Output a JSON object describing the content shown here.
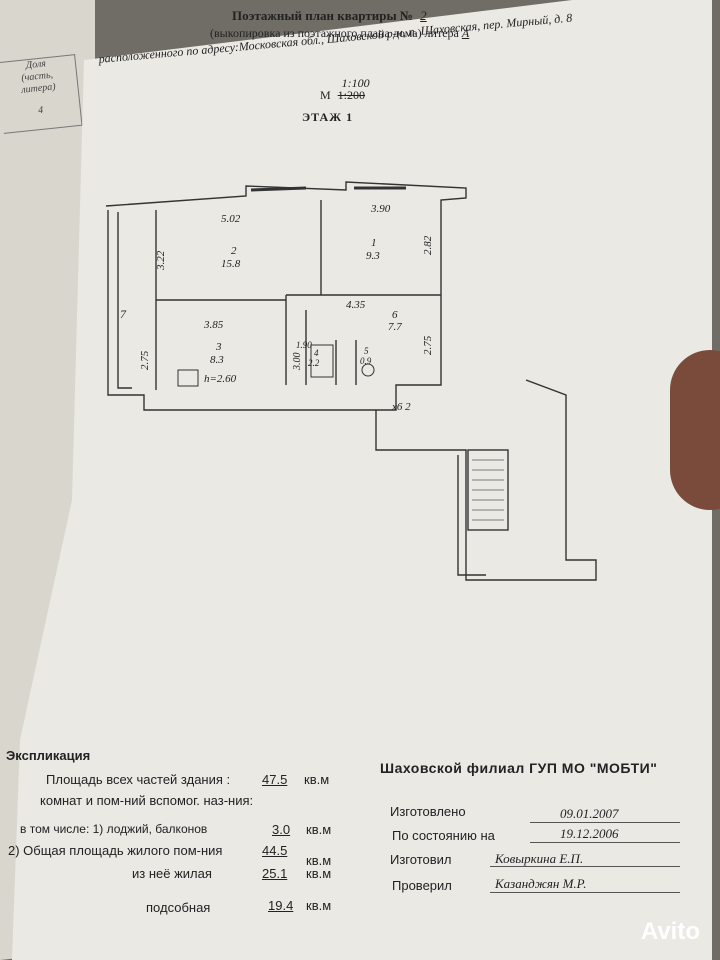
{
  "header": {
    "title_prefix": "Поэтажный план квартиры №",
    "apartment_no": "2",
    "subtitle_prefix": "(выкопировка из поэтажного плана дома) литера",
    "litera": "А",
    "address": "расположенного по адресу:Московская обл., Шаховской р-н, п. Шаховская, пер. Мирный, д. 8",
    "scale_prefix": "М",
    "scale_new": "1:100",
    "scale_old": "1:200",
    "floor_label": "ЭТАЖ  1"
  },
  "left_page": {
    "col1": "Доля",
    "col2": "(часть,",
    "col3": "литера)",
    "col4": "4"
  },
  "plan": {
    "dims": {
      "d1": "5.02",
      "d2": "3.90",
      "d3": "3.22",
      "d4": "2.82",
      "d5": "4.35",
      "d6": "3.85",
      "d7": "2.75",
      "d8": "2.75",
      "d9": "7",
      "d10": "1.90",
      "d11": "3.00",
      "d12": "х6 2"
    },
    "rooms": [
      {
        "no": "2",
        "area": "15.8"
      },
      {
        "no": "1",
        "area": "9.3"
      },
      {
        "no": "6",
        "area": "7.7"
      },
      {
        "no": "3",
        "area": "8.3"
      },
      {
        "no": "4",
        "area": "2.2"
      },
      {
        "no": "5",
        "area": "0.9"
      }
    ],
    "height": "h=2.60"
  },
  "explication": {
    "title": "Экспликация",
    "total_label": "Площадь всех частей здания :",
    "total_value": "47.5",
    "total_unit": "кв.м",
    "total_label2": "комнат и пом-ний вспомог. наз-ния:",
    "loggia_label": "в том числе: 1) лоджий, балконов",
    "loggia_value": "3.0",
    "loggia_unit": "кв.м",
    "living_total_label": "2) Общая площадь жилого пом-ния",
    "living_total_value": "44.5",
    "living_total_unit": "кв.м",
    "living_label": "из неё жилая",
    "living_value": "25.1",
    "living_unit": "кв.м",
    "aux_label": "подсобная",
    "aux_value": "19.4",
    "aux_unit": "кв.м"
  },
  "organization": {
    "name": "Шаховской филиал ГУП МО \"МОБТИ\"",
    "made_label": "Изготовлено",
    "made_value": "09.01.2007",
    "state_label": "По состоянию на",
    "state_value": "19.12.2006",
    "author_label": "Изготовил",
    "author_value": "Ковыркина Е.П.",
    "checker_label": "Проверил",
    "checker_value": "Казанджян М.Р."
  },
  "watermark": "Avito"
}
